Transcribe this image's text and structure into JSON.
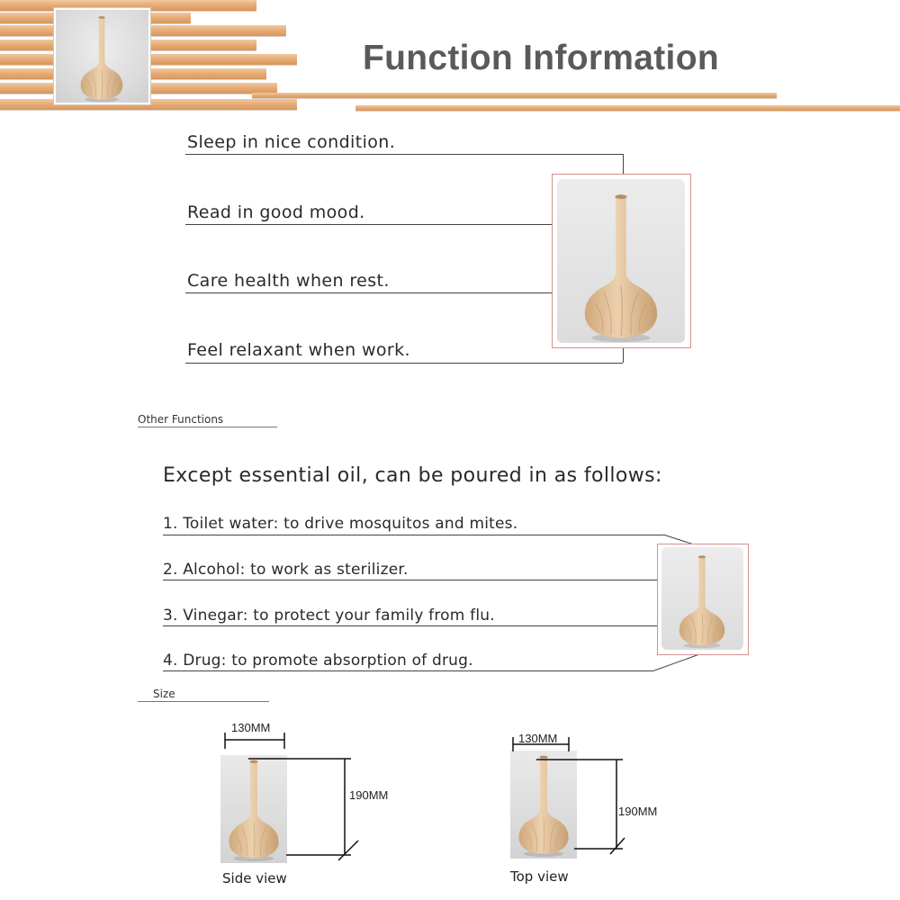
{
  "header": {
    "title": "Function Information"
  },
  "features": [
    "Sleep in nice condition.",
    "Read in good mood.",
    "Care health when rest.",
    "Feel relaxant when work."
  ],
  "other_functions": {
    "label": "Other Functions",
    "intro": "Except essential oil, can be poured in as follows:",
    "items": [
      "1. Toilet water: to drive mosquitos and mites.",
      "2. Alcohol: to work as sterilizer.",
      "3. Vinegar: to protect your family from flu.",
      "4.  Drug: to promote absorption of drug."
    ]
  },
  "size": {
    "label": "Size",
    "side_view": {
      "width_label": "130MM",
      "height_label": "190MM",
      "caption": "Side view"
    },
    "top_view": {
      "width_label": "130MM",
      "height_label": "190MM",
      "caption": "Top view"
    }
  },
  "colors": {
    "wood": "#e7ad78",
    "title": "#5a5a5a",
    "frame": "#d58f8f",
    "product": "#e3c29b"
  }
}
